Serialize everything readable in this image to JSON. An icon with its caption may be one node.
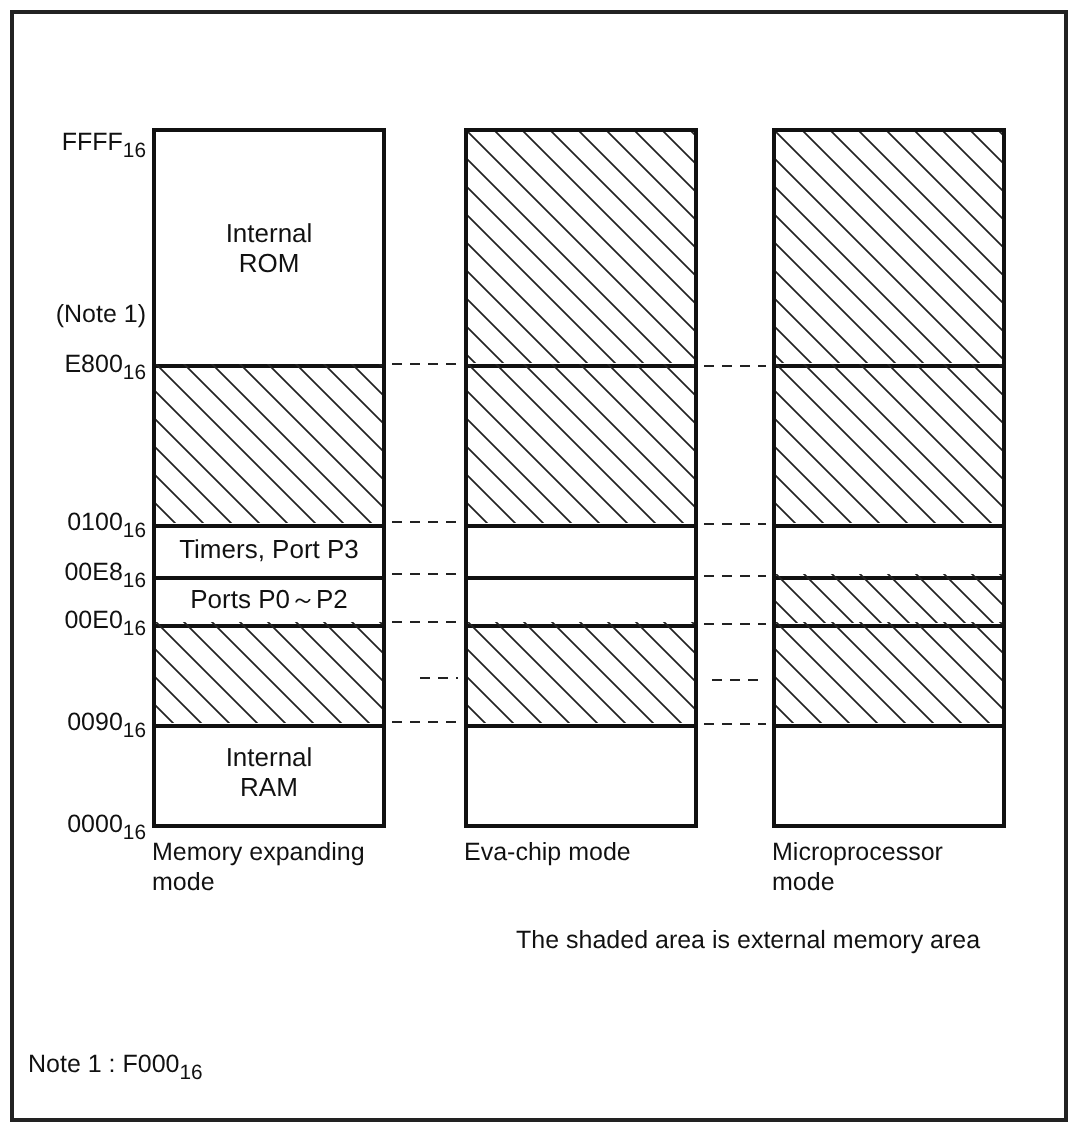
{
  "diagram": {
    "nodes": [
      {
        "text": [
          "Internal ROM"
        ]
      },
      {
        "text": [],
        "shape": "box"
      },
      {
        "text": [
          "Timers, Port P3"
        ]
      },
      {
        "text": [
          "Ports P0～P2"
        ]
      },
      {
        "text": [],
        "shape": "box"
      },
      {
        "text": [
          "Internal RAM"
        ]
      },
      {
        "text": [],
        "shape": "box"
      },
      {
        "text": [],
        "shape": "box"
      },
      {
        "text": [],
        "shape": "box"
      },
      {
        "text": [],
        "shape": "box"
      },
      {
        "text": [],
        "shape": "box"
      },
      {
        "text": [],
        "shape": "box"
      },
      {
        "text": [],
        "shape": "box"
      },
      {
        "text": [],
        "shape": "box"
      },
      {
        "text": [],
        "shape": "box"
      },
      {
        "text": [],
        "shape": "box"
      },
      {
        "text": [],
        "shape": "box"
      },
      {
        "text": [],
        "shape": "box"
      }
    ],
    "edges": [],
    "labels": [
      "FFFF$_{16}$",
      "(Note 1)",
      "E800$_{16}$",
      "0100$_{16}$",
      "00E8$_{16}$",
      "00E0$_{16}$",
      "0090$_{16}$",
      "0000$_{16}$",
      "Memory expanding mode",
      "Eva-chip mode",
      "Microprocessor mode",
      "The shaded area is external memory area",
      "Note 1 : F000$_{16}$"
    ]
  }
}
